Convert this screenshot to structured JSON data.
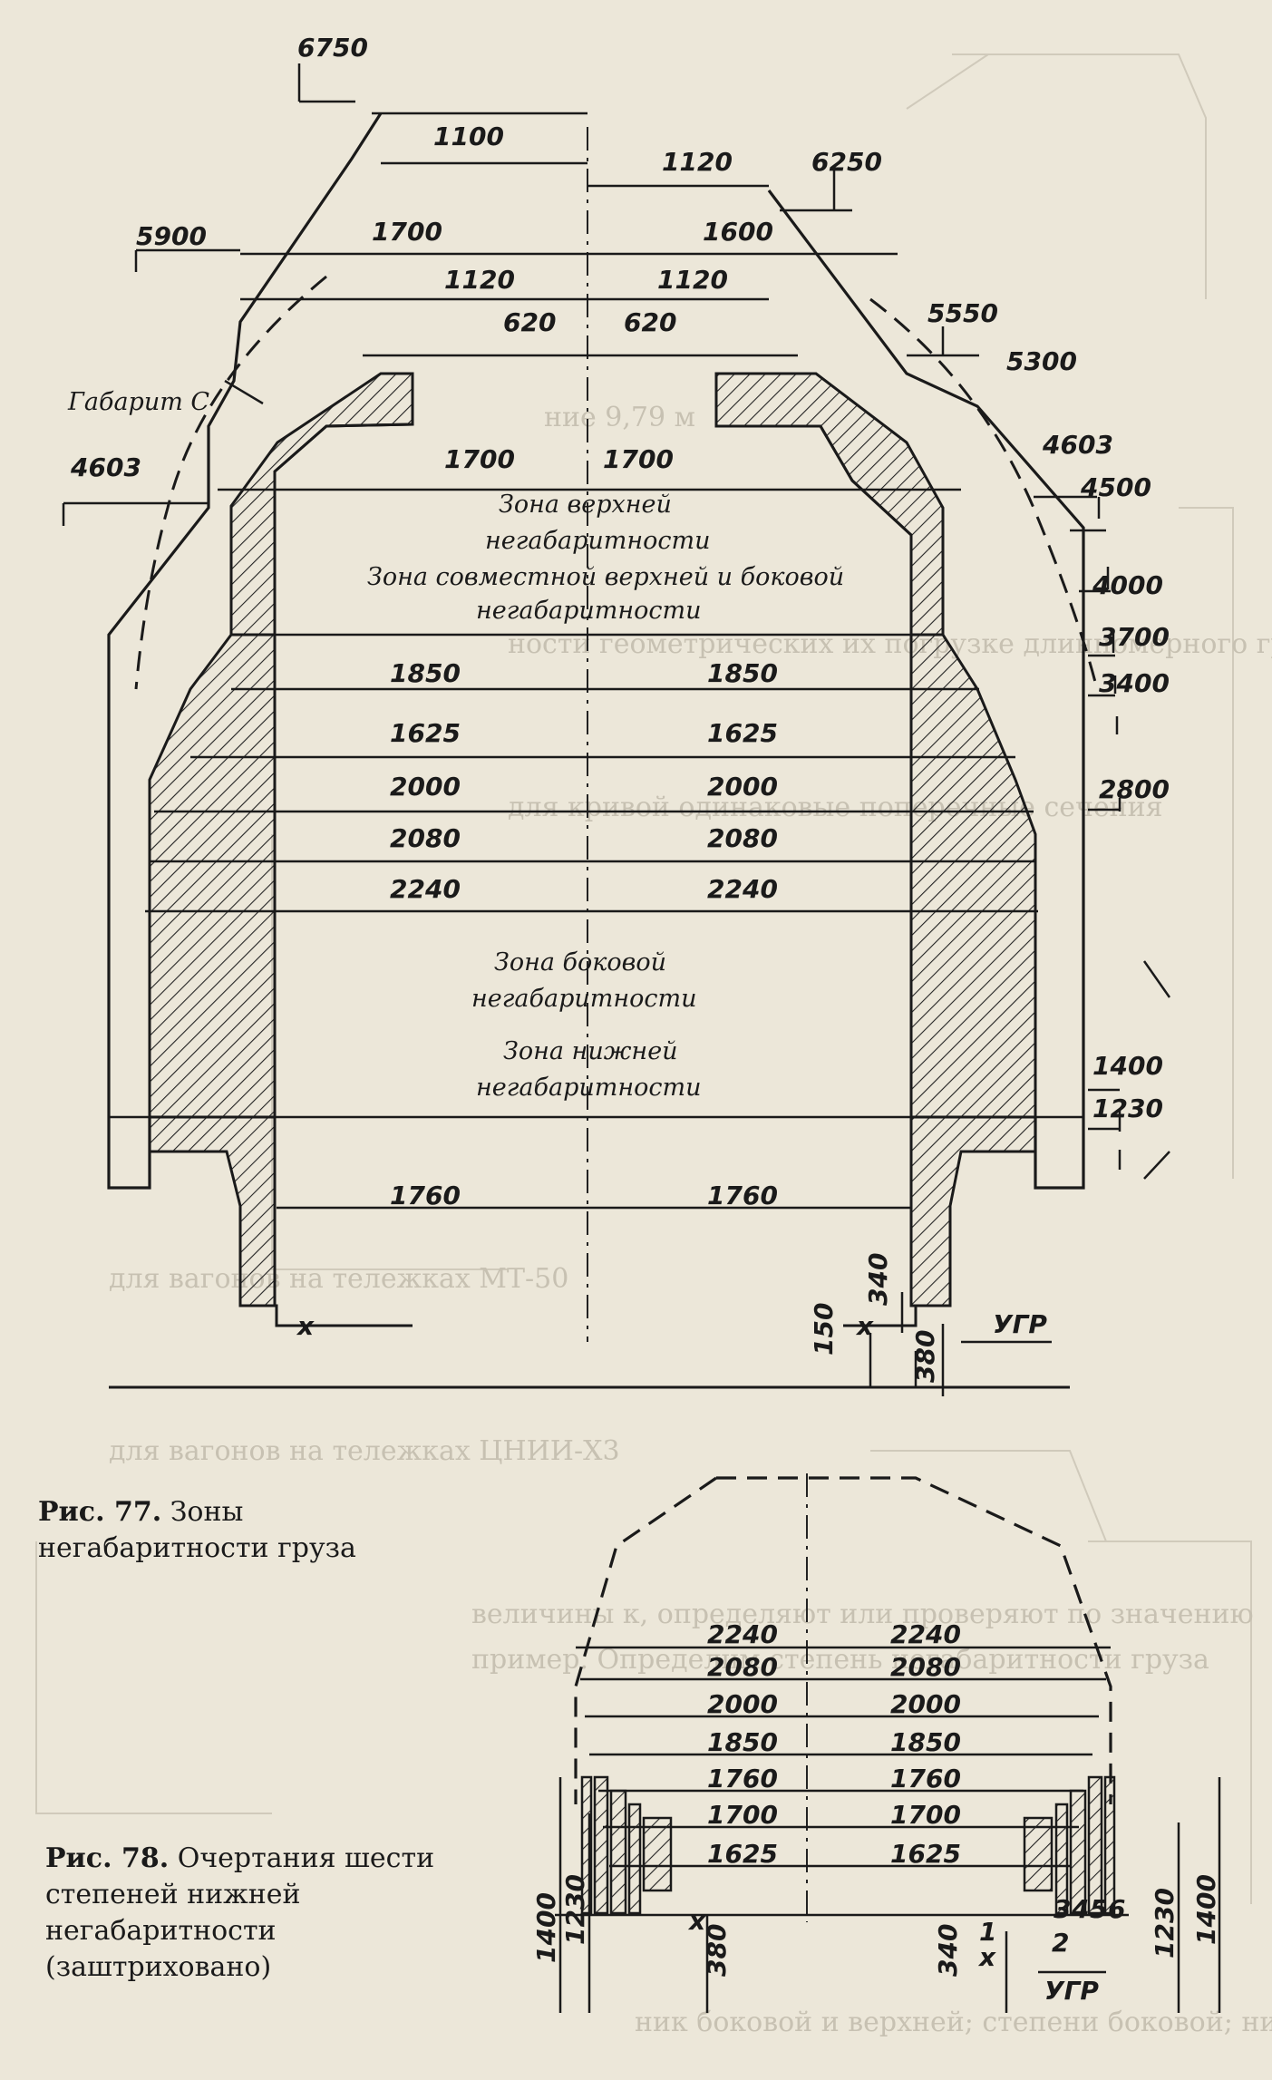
{
  "figure77": {
    "caption_number": "Рис. 77.",
    "caption_text": "Зоны негабаритности груза",
    "gabarit_label": "Габарит С",
    "zones": {
      "upper_1": "Зона верхней",
      "upper_2": "негабаритности",
      "combined_1": "Зона совместной верхней и боковой",
      "combined_2": "негабаритности",
      "side_1": "Зона боковой",
      "side_2": "негабаритности",
      "lower_1": "Зона нижней",
      "lower_2": "негабаритности"
    },
    "heights": [
      "6750",
      "6250",
      "5900",
      "5550",
      "5300",
      "4603",
      "4603",
      "4500",
      "4000",
      "3700",
      "3400",
      "2800",
      "1400",
      "1230"
    ],
    "widths_left": [
      "1100",
      "1700",
      "1120",
      "620",
      "1700",
      "1850",
      "1625",
      "2000",
      "2080",
      "2240",
      "1760"
    ],
    "widths_right": [
      "1120",
      "1600",
      "1120",
      "620",
      "1700",
      "1850",
      "1625",
      "2000",
      "2080",
      "2240",
      "1760"
    ],
    "small_dims": [
      "150",
      "340",
      "380"
    ],
    "rail_label": "УГР",
    "mark_x": "x"
  },
  "figure78": {
    "caption_number": "Рис. 78.",
    "caption_text": "Очертания шести степеней нижней негабаритности (заштриховано)",
    "widths_left": [
      "2240",
      "2080",
      "2000",
      "1850",
      "1760",
      "1700",
      "1625"
    ],
    "widths_right": [
      "2240",
      "2080",
      "2000",
      "1850",
      "1760",
      "1700",
      "1625"
    ],
    "heights_left": [
      "1400",
      "1230",
      "380"
    ],
    "heights_right": [
      "340",
      "1230",
      "1400"
    ],
    "degree_numbers": [
      "1",
      "2",
      "3",
      "4",
      "5",
      "6"
    ],
    "rail_label": "УГР",
    "mark_x": "x"
  }
}
